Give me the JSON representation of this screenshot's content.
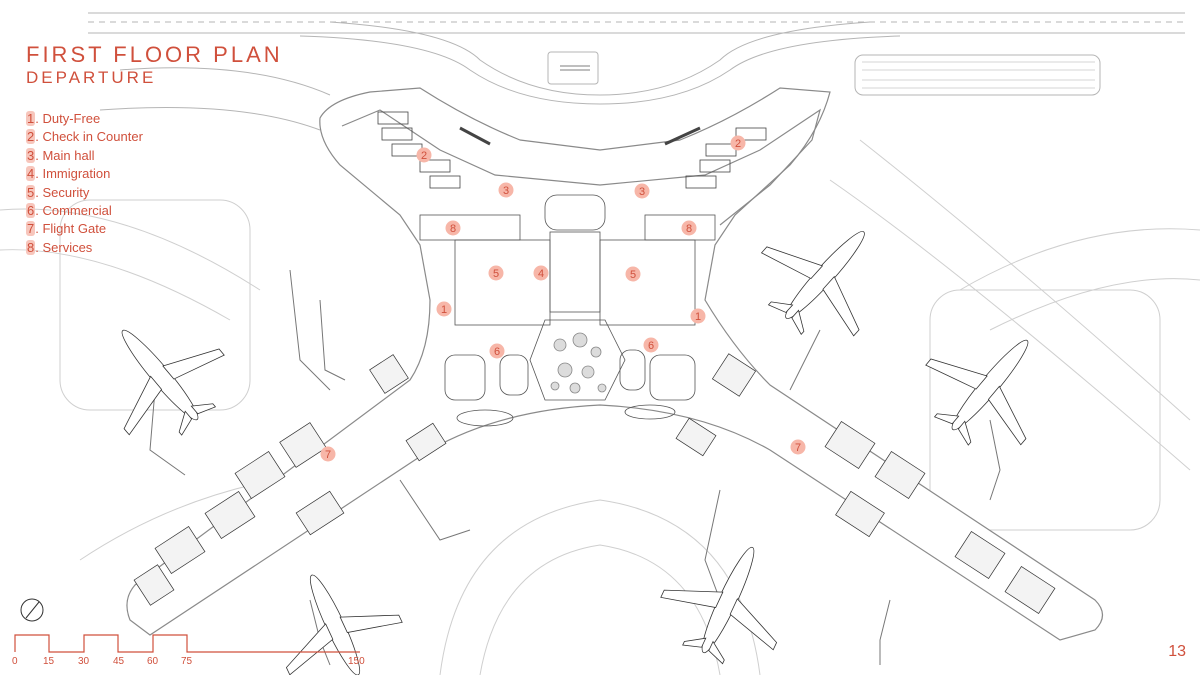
{
  "title": "FIRST FLOOR PLAN",
  "subtitle": "DEPARTURE",
  "legend": [
    {
      "num": "1",
      "label": ". Duty-Free"
    },
    {
      "num": "2",
      "label": ". Check in Counter"
    },
    {
      "num": "3",
      "label": ". Main hall"
    },
    {
      "num": "4",
      "label": ". Immigration"
    },
    {
      "num": "5",
      "label": ". Security"
    },
    {
      "num": "6",
      "label": ". Commercial"
    },
    {
      "num": "7",
      "label": ". Flight Gate"
    },
    {
      "num": "8",
      "label": ". Services"
    }
  ],
  "markers": {
    "m1": "1",
    "m2": "2",
    "m3": "3",
    "m4": "4",
    "m5": "5",
    "m6": "6",
    "m7": "7",
    "m8": "8"
  },
  "scale": {
    "labels": [
      "0",
      "15",
      "30",
      "45",
      "60",
      "75",
      "150"
    ]
  },
  "page_number": "13",
  "colors": {
    "accent": "#d0503c",
    "marker_fill": "#f7b6a8",
    "line": "#9a9a9a"
  },
  "icons": [
    "north-arrow-icon",
    "airplane-icon"
  ]
}
